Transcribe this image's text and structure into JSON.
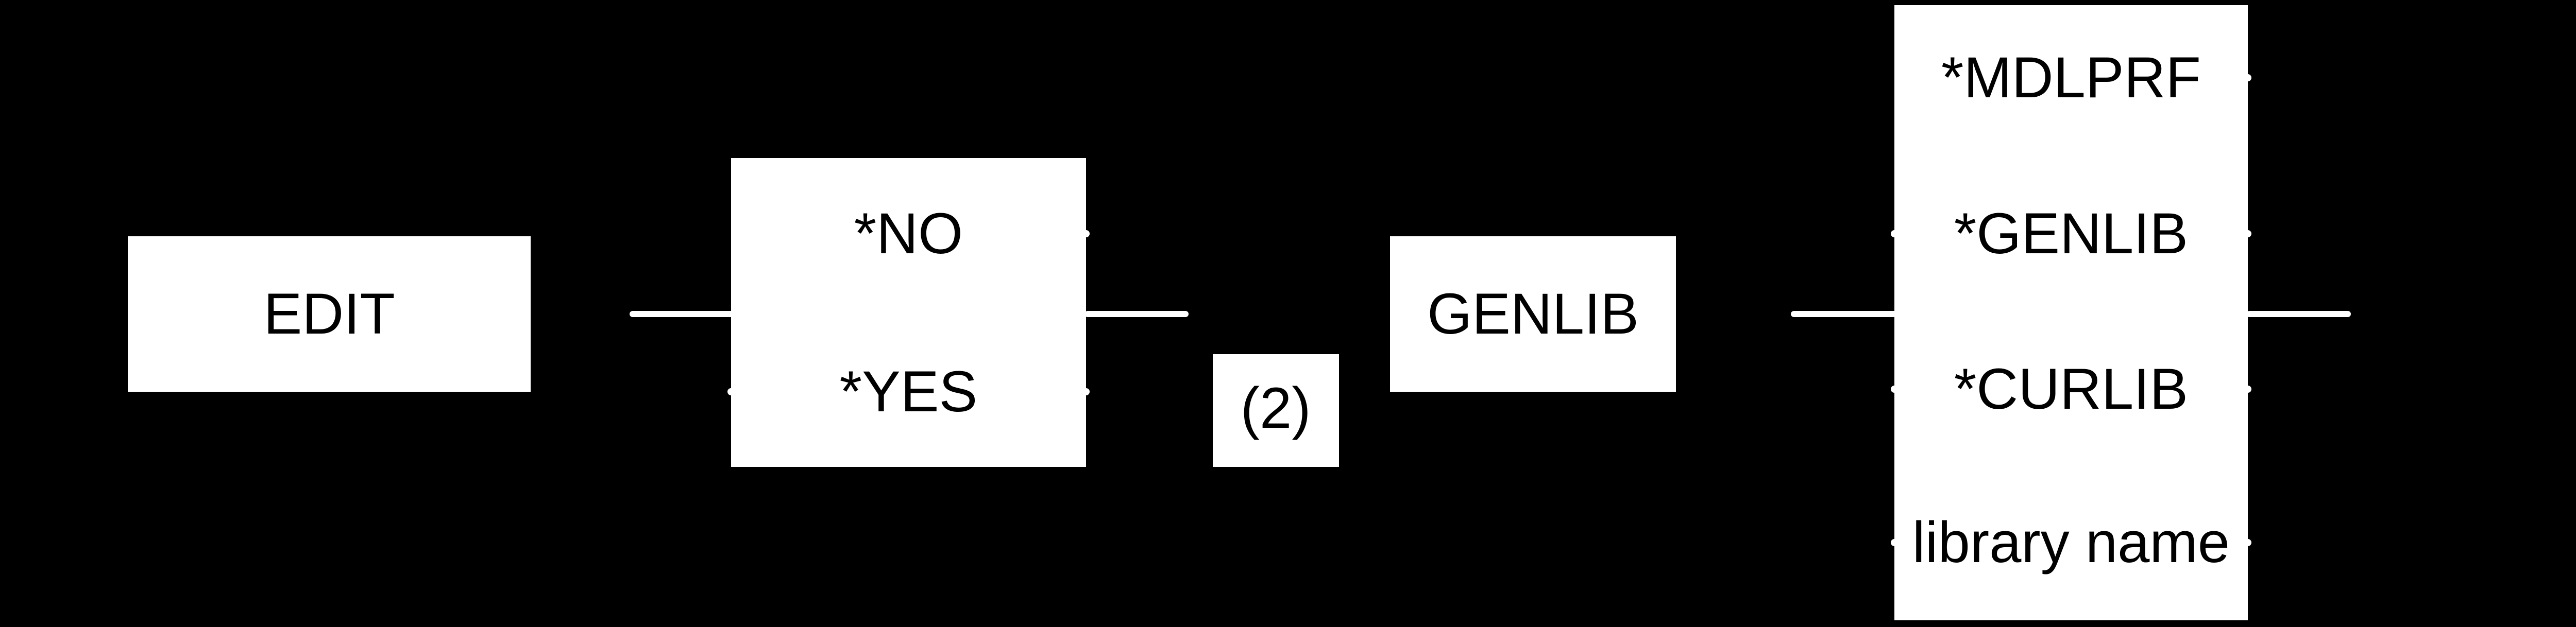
{
  "keyword": "EDIT",
  "edit_values": [
    "*NO",
    "*YES"
  ],
  "note": "(2)",
  "keyword2": "GENLIB",
  "genlib_values": [
    "*MDLPRF",
    "*GENLIB",
    "*CURLIB",
    "library name"
  ]
}
